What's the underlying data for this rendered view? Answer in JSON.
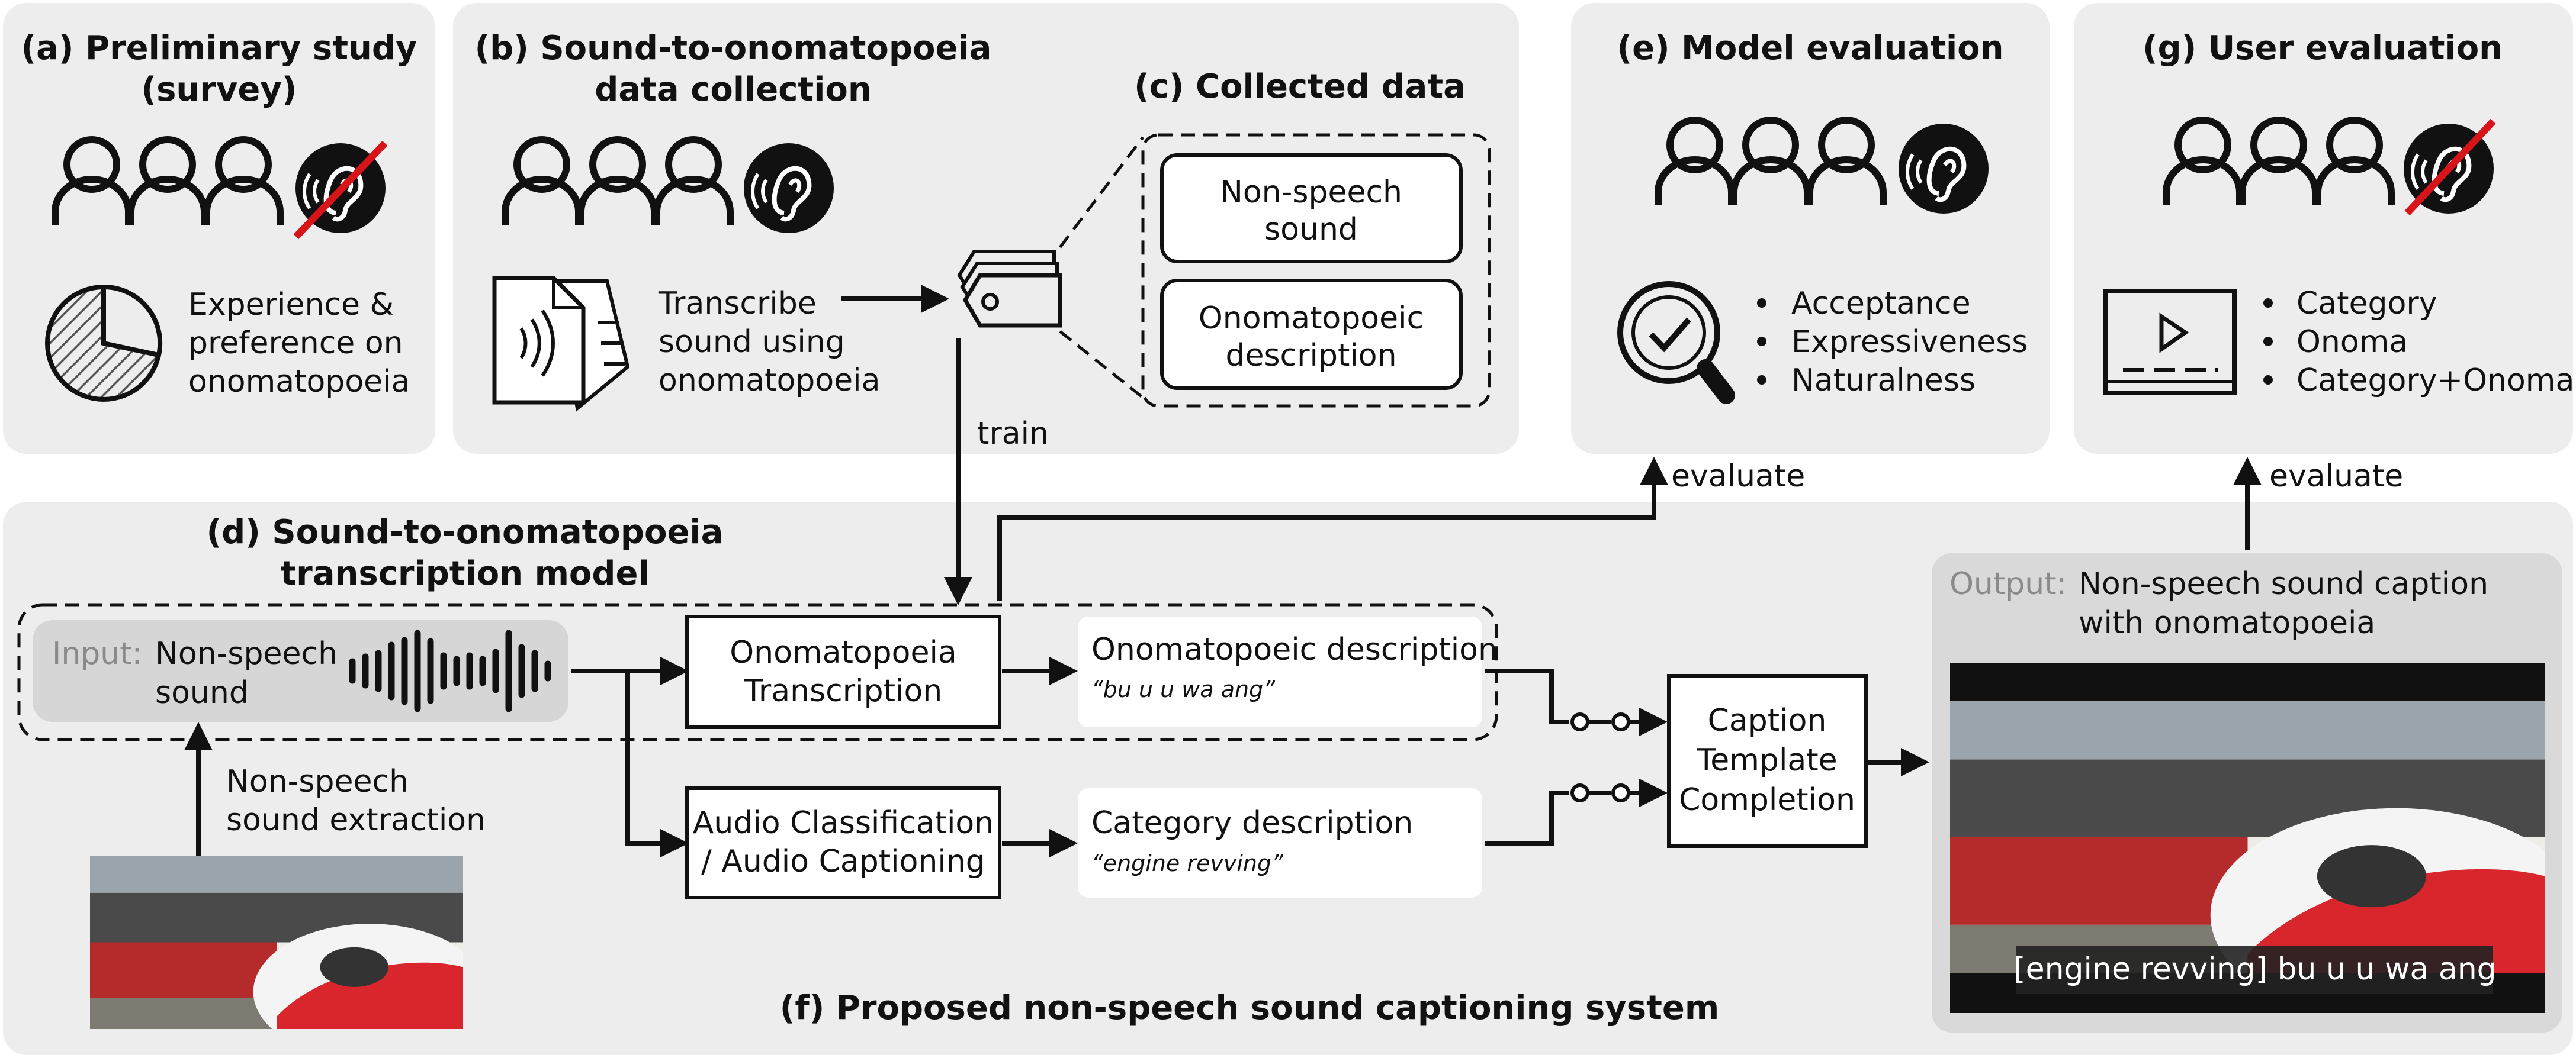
{
  "panels": {
    "a": {
      "title_l1": "(a) Preliminary study",
      "title_l2": "(survey)",
      "text_l1": "Experience &",
      "text_l2": "preference on",
      "text_l3": "onomatopoeia",
      "icons": [
        "person-icon",
        "person-icon",
        "person-icon",
        "deaf-ear-icon",
        "pie-chart-icon"
      ]
    },
    "b": {
      "title_l1": "(b) Sound-to-onomatopoeia",
      "title_l2": "data collection",
      "text_l1": "Transcribe",
      "text_l2": "sound using",
      "text_l3": "onomatopoeia",
      "icons": [
        "person-icon",
        "person-icon",
        "person-icon",
        "ear-icon",
        "document-sound-icon"
      ]
    },
    "c": {
      "title": "(c) Collected data",
      "box1_l1": "Non-speech",
      "box1_l2": "sound",
      "box2_l1": "Onomatopoeic",
      "box2_l2": "description",
      "icons": [
        "tag-icon"
      ]
    },
    "e": {
      "title": "(e) Model evaluation",
      "bullets": [
        "Acceptance",
        "Expressiveness",
        "Naturalness"
      ],
      "icons": [
        "person-icon",
        "person-icon",
        "person-icon",
        "ear-icon",
        "magnifier-check-icon"
      ]
    },
    "g": {
      "title": "(g) User evaluation",
      "bullets": [
        "Category",
        "Onoma",
        "Category+Onoma"
      ],
      "icons": [
        "person-icon",
        "person-icon",
        "person-icon",
        "deaf-ear-icon",
        "video-player-icon"
      ]
    },
    "f": {
      "title": "(f) Proposed non-speech sound captioning system"
    },
    "d": {
      "title_l1": "(d) Sound-to-onomatopoeia",
      "title_l2": "transcription model"
    }
  },
  "arrows": {
    "train": "train",
    "evaluate_e": "evaluate",
    "evaluate_g": "evaluate"
  },
  "input": {
    "prefix": "Input:",
    "label_l1": "Non-speech",
    "label_l2": "sound",
    "icon": "waveform-icon"
  },
  "extraction": {
    "l1": "Non-speech",
    "l2": "sound extraction"
  },
  "blocks": {
    "onoma": {
      "l1": "Onomatopoeia",
      "l2": "Transcription"
    },
    "audio": {
      "l1": "Audio Classification",
      "l2": "/ Audio Captioning"
    },
    "template": {
      "l1": "Caption",
      "l2": "Template",
      "l3": "Completion"
    }
  },
  "outputs": {
    "onoma_desc": {
      "label": "Onomatopoeic description",
      "example": "“bu u u wa ang”"
    },
    "category_desc": {
      "label": "Category description",
      "example": "“engine revving”"
    }
  },
  "output": {
    "prefix": "Output:",
    "label_l1": "Non-speech sound caption",
    "label_l2": "with onomatopoeia",
    "caption": "[engine revving]  bu u u wa ang"
  },
  "colors": {
    "panel": "#ededed",
    "input_pill": "#d6d6d6",
    "output_panel": "#d9d9d9",
    "accent_red": "#d8141b"
  }
}
